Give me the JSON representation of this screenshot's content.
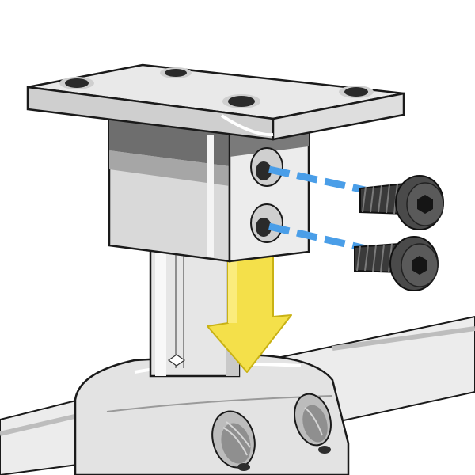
{
  "figure": {
    "type": "assembly-instruction-illustration",
    "background": "#ffffff"
  },
  "parts": {
    "mounting_plate": {
      "holes": 4,
      "color": "#e9e9e9"
    },
    "block": {
      "bolt_holes": 2,
      "color": "#d4d4d4"
    },
    "cap_screws": {
      "count": 2,
      "head": "socket-hex",
      "color": "#3a3a3a"
    },
    "post": {
      "color": "#e6e6e6"
    },
    "pipe_clamp": {
      "set_screws": 2,
      "color": "#e3e3e3"
    },
    "pipe": {
      "color": "#ececec"
    }
  },
  "annotations": {
    "insertion_guides": {
      "count": 2,
      "color": "#4a9ee8",
      "style": "dashed"
    },
    "direction_arrow": {
      "direction": "down",
      "color": "#f4e04a",
      "outline": "#c9b214"
    }
  }
}
